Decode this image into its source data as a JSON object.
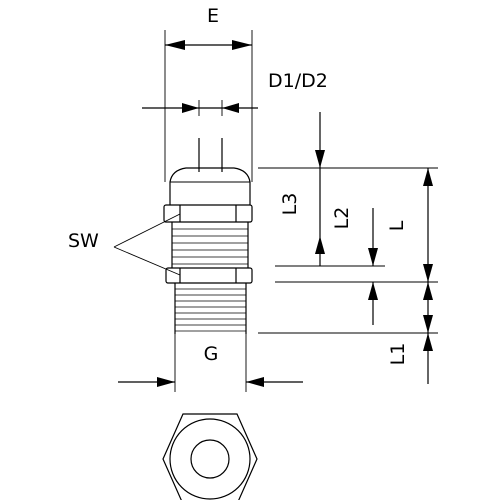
{
  "labels": {
    "e": "E",
    "d1d2": "D1/D2",
    "sw": "SW",
    "l3": "L3",
    "l2": "L2",
    "l": "L",
    "l1": "L1",
    "g": "G"
  },
  "colors": {
    "line": "#000000",
    "background": "#ffffff"
  }
}
